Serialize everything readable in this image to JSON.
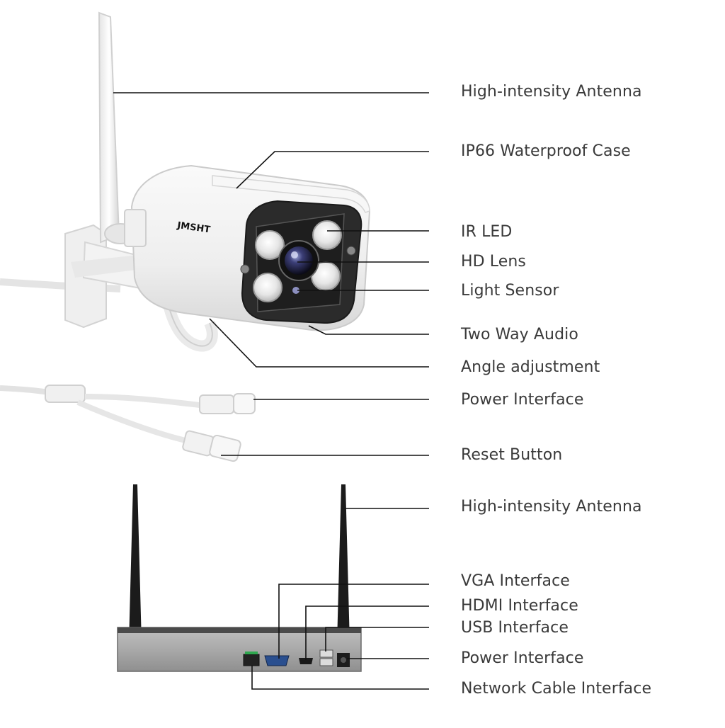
{
  "camera": {
    "brand": "JMSHT",
    "callouts": [
      {
        "id": "antenna",
        "label": "High-intensity Antenna"
      },
      {
        "id": "case",
        "label": "IP66 Waterproof Case"
      },
      {
        "id": "ir-led",
        "label": "IR LED"
      },
      {
        "id": "lens",
        "label": "HD Lens"
      },
      {
        "id": "light-sensor",
        "label": "Light Sensor"
      },
      {
        "id": "audio",
        "label": "Two Way Audio"
      },
      {
        "id": "angle",
        "label": "Angle adjustment"
      },
      {
        "id": "power",
        "label": "Power Interface"
      },
      {
        "id": "reset",
        "label": "Reset Button"
      }
    ]
  },
  "nvr": {
    "callouts": [
      {
        "id": "antenna",
        "label": "High-intensity Antenna"
      },
      {
        "id": "vga",
        "label": "VGA Interface"
      },
      {
        "id": "hdmi",
        "label": "HDMI Interface"
      },
      {
        "id": "usb",
        "label": "USB Interface"
      },
      {
        "id": "power",
        "label": "Power Interface"
      },
      {
        "id": "network",
        "label": "Network Cable Interface"
      }
    ]
  }
}
